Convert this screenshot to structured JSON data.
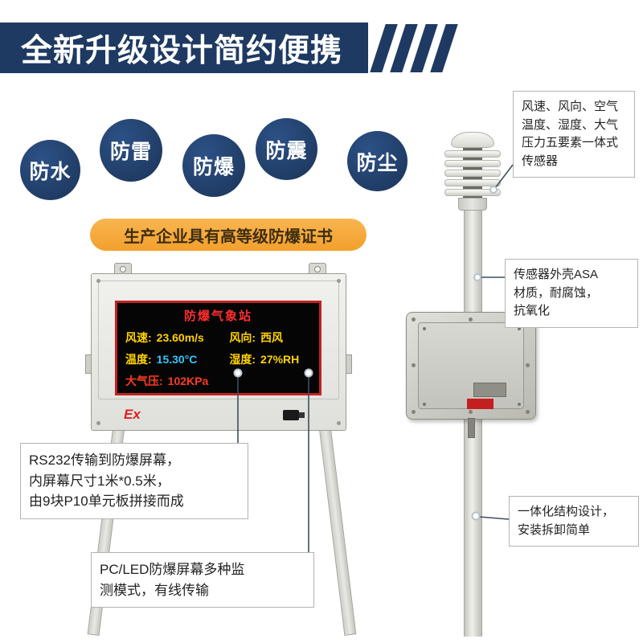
{
  "banner": {
    "title": "全新升级设计简约便携"
  },
  "badges": {
    "items": [
      "防水",
      "防雷",
      "防爆",
      "防震",
      "防尘"
    ]
  },
  "certificate": {
    "text": "生产企业具有高等级防爆证书"
  },
  "screen": {
    "title": "防爆气象站",
    "wind_speed_label": "风速:",
    "wind_speed_value": "23.60m/s",
    "wind_dir_label": "风向:",
    "wind_dir_value": "西风",
    "temp_label": "温度:",
    "temp_value": "15.30°C",
    "humidity_label": "湿度:",
    "humidity_value": "27%RH",
    "pressure_label": "大气压:",
    "pressure_value": "102KPa",
    "ex_mark": "Ex",
    "colors": {
      "title": "#ff2d2d",
      "yellow": "#ffd200",
      "blue": "#35c5ff",
      "red": "#ff3b1f",
      "frame": "#c22222"
    }
  },
  "callouts": {
    "sensor": {
      "lines": [
        "风速、风向、空气",
        "温度、湿度、大气",
        "压力五要素一体式",
        "传感器"
      ]
    },
    "asa": {
      "lines": [
        "传感器外壳ASA",
        "材质，耐腐蚀，",
        "抗氧化"
      ]
    },
    "rs232": {
      "lines": [
        "RS232传输到防爆屏幕，",
        "内屏幕尺寸1米*0.5米，",
        "由9块P10单元板拼接而成"
      ]
    },
    "pcled": {
      "lines": [
        "PC/LED防爆屏幕多种监",
        "测模式，有线传输"
      ]
    },
    "structure": {
      "lines": [
        "一体化结构设计，",
        "安装拆卸简单"
      ]
    }
  },
  "theme": {
    "navy": "#1e3a63",
    "pill_orange": "#f2a02c",
    "line_color": "#3f4e5e"
  }
}
